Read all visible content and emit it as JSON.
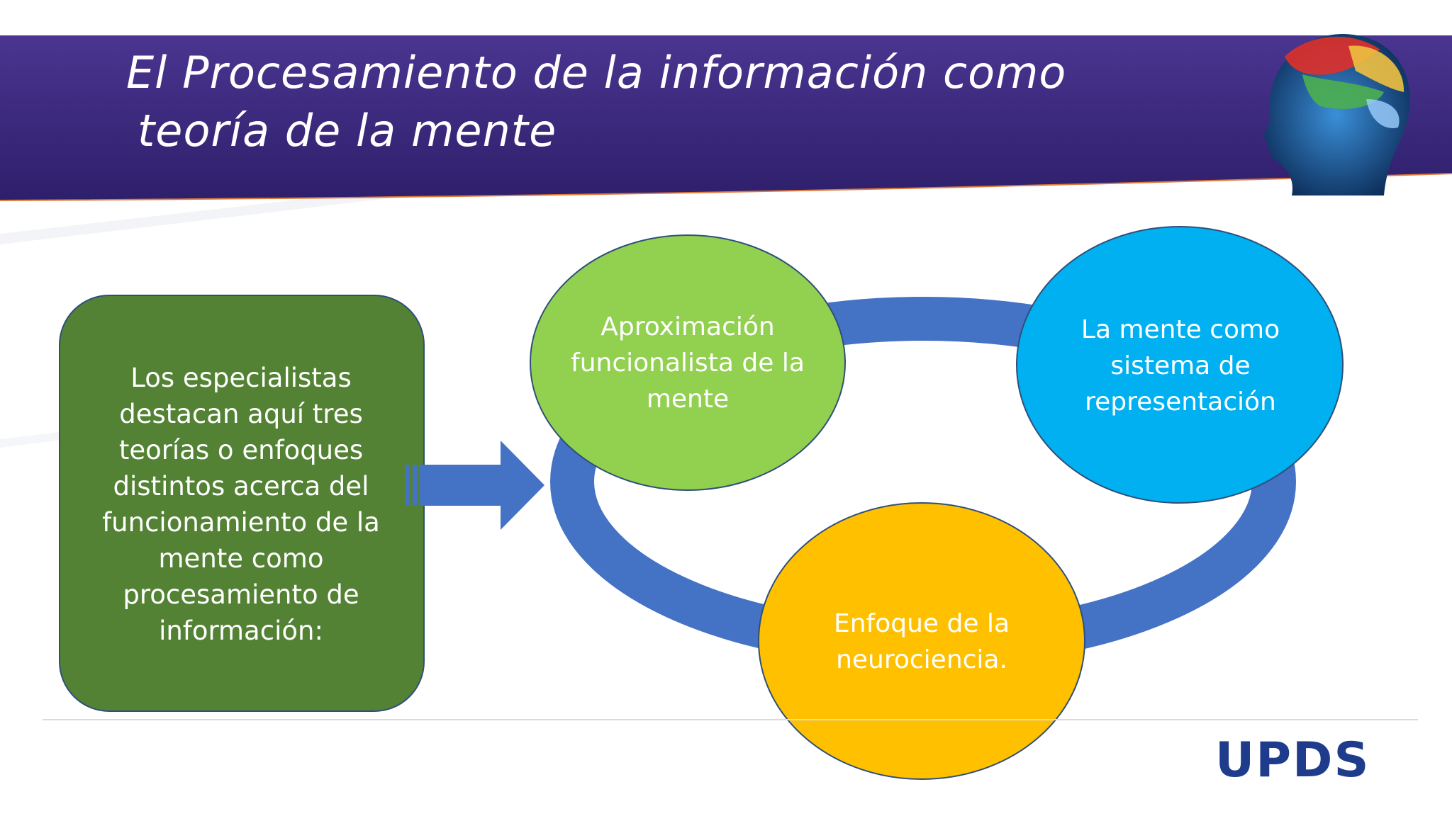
{
  "header": {
    "title_line1": "El Procesamiento de la información como",
    "title_line2": "teoría de la mente"
  },
  "intro_box": {
    "text": "Los especialistas destacan aquí tres teorías o enfoques distintos acerca del funcionamiento de la mente como procesamiento de información:"
  },
  "nodes": {
    "n1": "Aproximación funcionalista de la mente",
    "n2": "La mente como sistema de representación",
    "n3": "Enfoque de la neurociencia."
  },
  "logo": {
    "text": "UPDS"
  },
  "colors": {
    "banner": "#3d2b7f",
    "green_box": "#548235",
    "ring": "#4472c4",
    "node_green": "#92d050",
    "node_blue": "#00b0f0",
    "node_yellow": "#ffc000",
    "logo": "#1f3c8c"
  },
  "icons": {
    "header_image": "brain-head-icon"
  }
}
